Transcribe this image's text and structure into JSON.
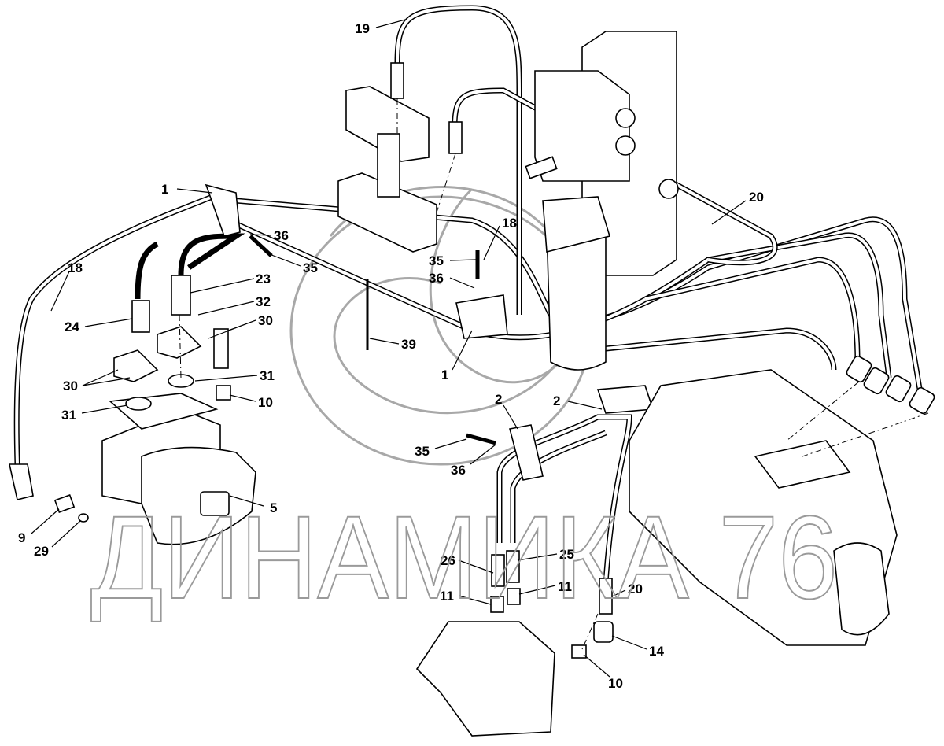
{
  "diagram": {
    "watermark": "ДИНАМИКА 76",
    "callouts": [
      "19",
      "1",
      "36",
      "35",
      "18",
      "23",
      "32",
      "30",
      "24",
      "30",
      "31",
      "10",
      "31",
      "18",
      "35",
      "36",
      "39",
      "1",
      "20",
      "2",
      "2",
      "35",
      "36",
      "5",
      "9",
      "29",
      "26",
      "25",
      "11",
      "11",
      "20",
      "14",
      "10"
    ]
  }
}
